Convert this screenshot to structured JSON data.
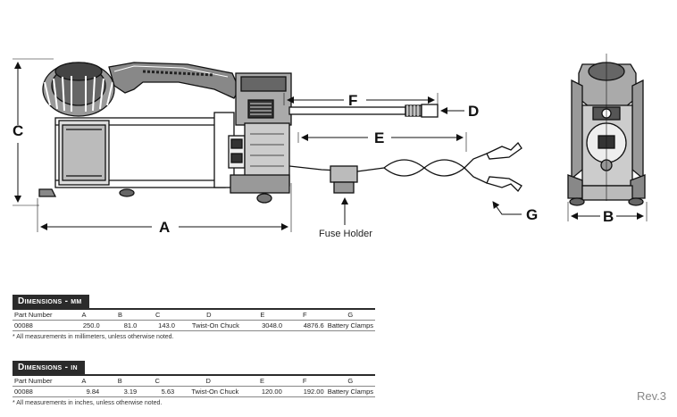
{
  "labels": {
    "a": "A",
    "b": "B",
    "c": "C",
    "d": "D",
    "e": "E",
    "f": "F",
    "g": "G",
    "fuse_holder": "Fuse Holder"
  },
  "tables": [
    {
      "header": "Dimensions - mm",
      "columns": [
        "Part Number",
        "A",
        "B",
        "C",
        "D",
        "E",
        "F",
        "G"
      ],
      "row": [
        "00088",
        "250.0",
        "81.0",
        "143.0",
        "Twist-On Chuck",
        "3048.0",
        "4876.6",
        "Battery Clamps"
      ],
      "note": "* All measurements in millimeters, unless otherwise noted."
    },
    {
      "header": "Dimensions - in",
      "columns": [
        "Part Number",
        "A",
        "B",
        "C",
        "D",
        "E",
        "F",
        "G"
      ],
      "row": [
        "00088",
        "9.84",
        "3.19",
        "5.63",
        "Twist-On Chuck",
        "120.00",
        "192.00",
        "Battery Clamps"
      ],
      "note": "* All measurements in inches, unless otherwise noted."
    }
  ],
  "revision": "Rev.3"
}
